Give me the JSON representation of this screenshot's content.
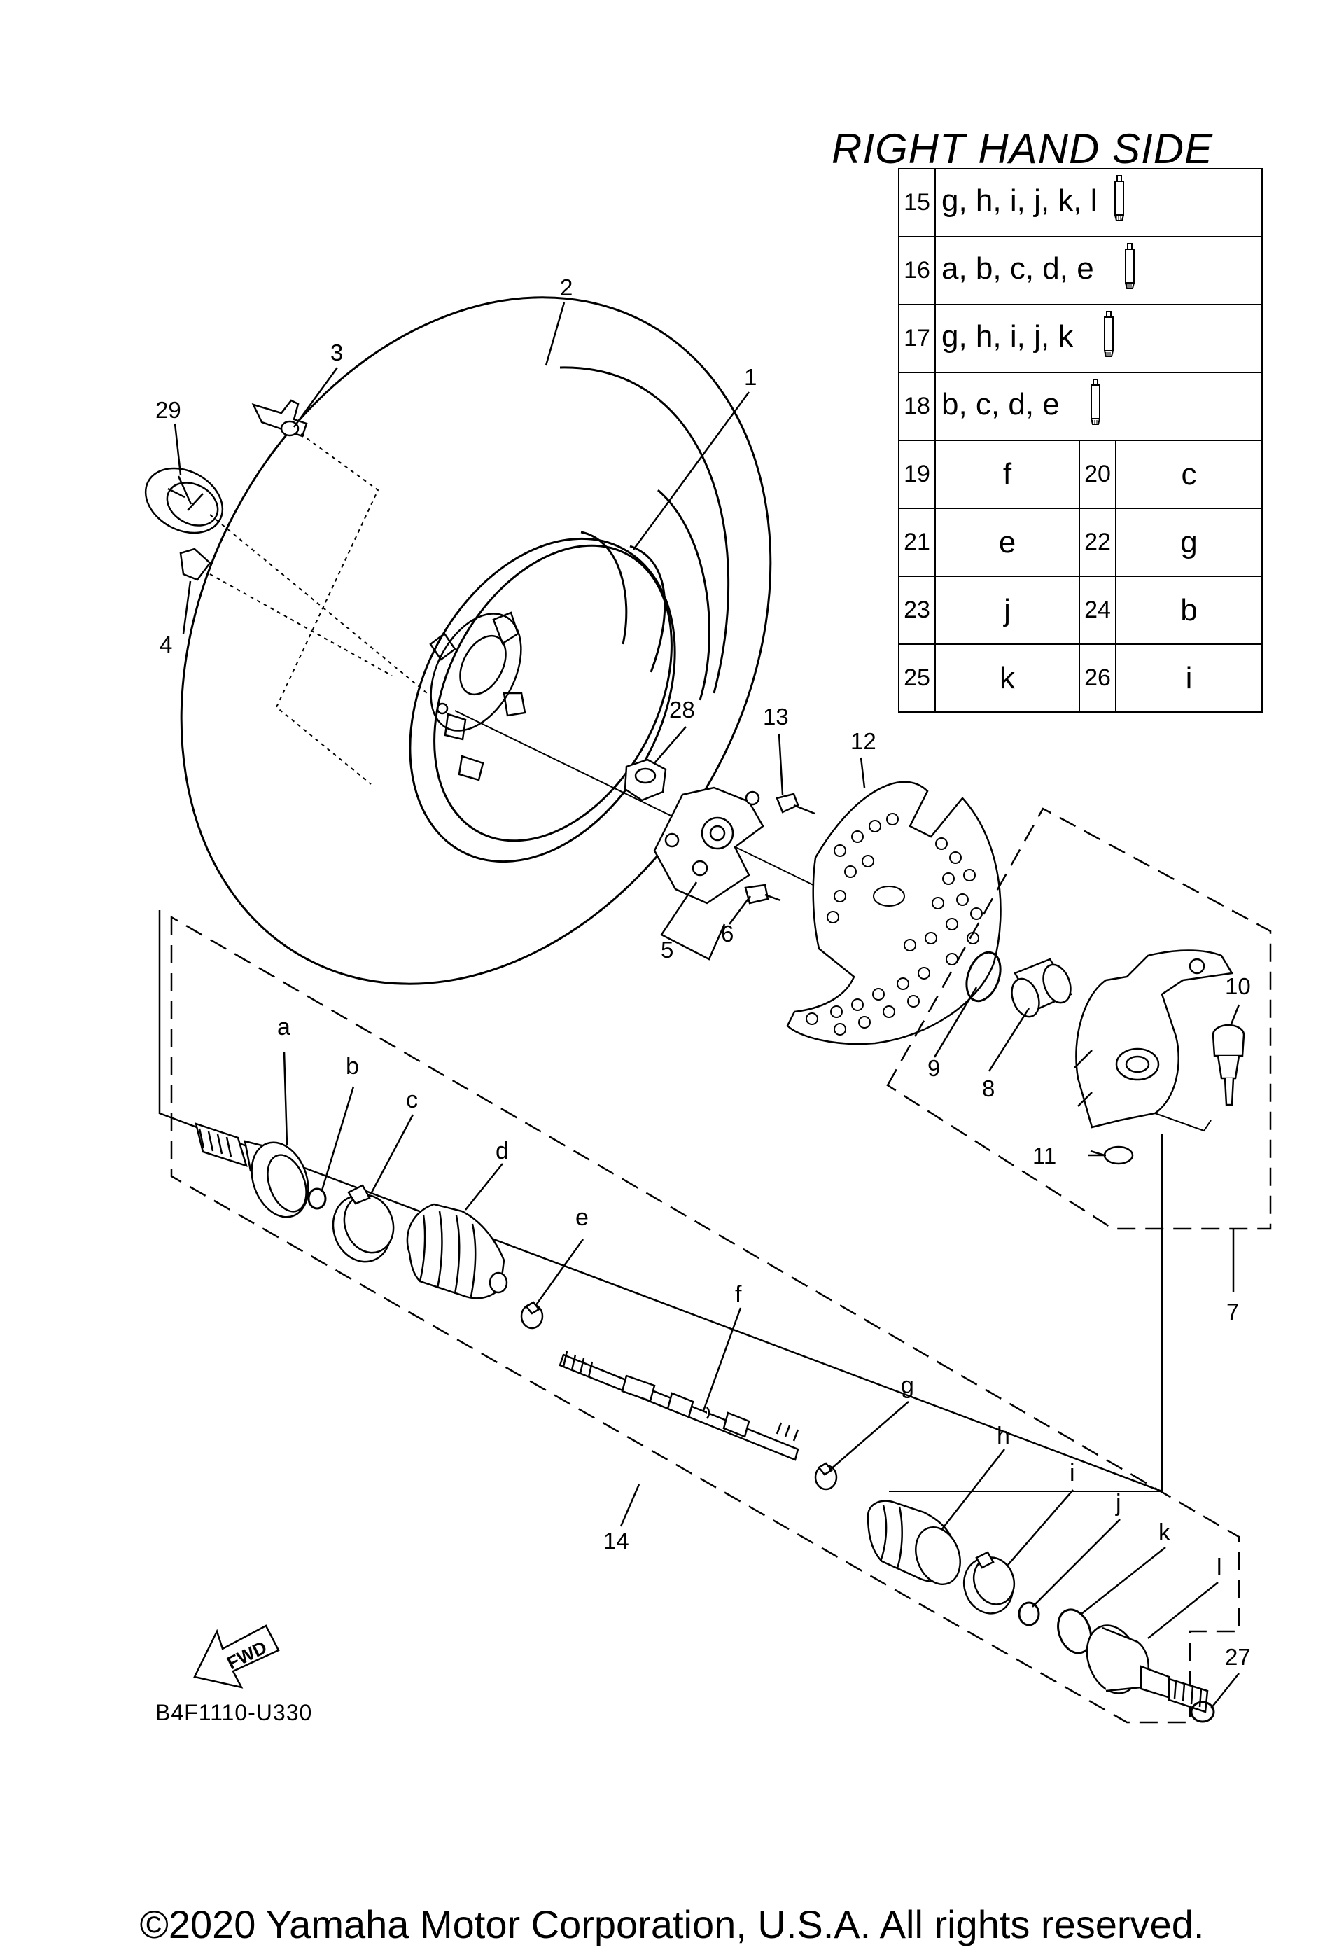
{
  "title": "RIGHT HAND SIDE",
  "diagram_code": "B4F1110-U330",
  "copyright": "©2020 Yamaha Motor Corporation, U.S.A. All rights reserved.",
  "spec_table": {
    "wide_rows": [
      {
        "no": "15",
        "letters": "g, h, i, j, k, l",
        "icon": "grease-tube-icon"
      },
      {
        "no": "16",
        "letters": "a, b, c, d, e",
        "icon": "grease-tube-icon"
      },
      {
        "no": "17",
        "letters": "g, h, i, j, k",
        "icon": "grease-tube-icon"
      },
      {
        "no": "18",
        "letters": "b, c, d, e",
        "icon": "grease-tube-icon"
      }
    ],
    "pair_rows": [
      [
        {
          "no": "19",
          "val": "f"
        },
        {
          "no": "20",
          "val": "c"
        }
      ],
      [
        {
          "no": "21",
          "val": "e"
        },
        {
          "no": "22",
          "val": "g"
        }
      ],
      [
        {
          "no": "23",
          "val": "j"
        },
        {
          "no": "24",
          "val": "b"
        }
      ],
      [
        {
          "no": "25",
          "val": "k"
        },
        {
          "no": "26",
          "val": "i"
        }
      ]
    ]
  },
  "callouts": {
    "n1": "1",
    "n2": "2",
    "n3": "3",
    "n4": "4",
    "n5": "5",
    "n6": "6",
    "n7": "7",
    "n8": "8",
    "n9": "9",
    "n10": "10",
    "n11": "11",
    "n12": "12",
    "n13": "13",
    "n14": "14",
    "n27": "27",
    "n28": "28",
    "n29": "29",
    "a": "a",
    "b": "b",
    "c": "c",
    "d": "d",
    "e": "e",
    "f": "f",
    "g": "g",
    "h": "h",
    "i": "i",
    "j": "j",
    "k": "k",
    "l": "l"
  },
  "fwd_label": "FWD"
}
